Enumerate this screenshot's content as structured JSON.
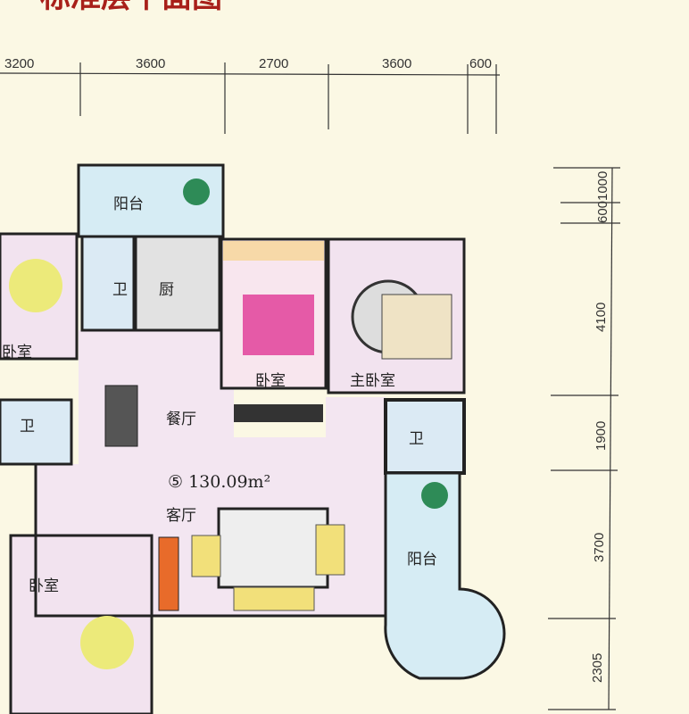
{
  "title": "标准层平面图",
  "top_dimensions": [
    "3200",
    "3600",
    "2700",
    "3600",
    "600"
  ],
  "right_dimensions": [
    "1000",
    "600",
    "4100",
    "1900",
    "3700",
    "2305"
  ],
  "rooms": {
    "balcony_top": "阳台",
    "bath_top": "卫",
    "kitchen": "厨",
    "bedroom": "卧室",
    "master_bedroom": "主卧室",
    "dining": "餐厅",
    "living": "客厅",
    "bath_right": "卫",
    "balcony_right": "阳台",
    "left_bedroom_top": "卧室",
    "left_bath": "卫",
    "left_bedroom_bottom": "卧室"
  },
  "unit_label": "⑤ 130.09m²",
  "colors": {
    "paper": "#fbf8e4",
    "wall": "#1a1a1a",
    "title": "#a8201a",
    "balcony": "#d6ecf4",
    "floor": "#f3e6f1",
    "kitchen": "#e2e2e2",
    "bedroom": "#f8e6ee"
  }
}
